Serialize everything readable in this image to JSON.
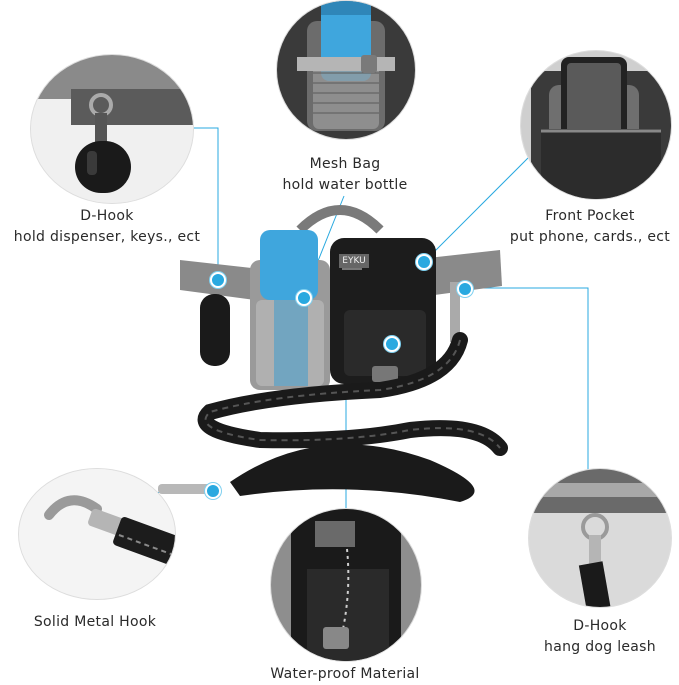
{
  "callouts": {
    "mesh_bag": {
      "line1": "Mesh Bag",
      "line2": "hold water bottle"
    },
    "d_hook_left": {
      "line1": "D-Hook",
      "line2": "hold dispenser, keys., ect"
    },
    "front_pocket": {
      "line1": "Front Pocket",
      "line2": "put phone, cards., ect"
    },
    "solid_metal_hook": {
      "line1": "Solid Metal Hook"
    },
    "water_proof": {
      "line1": "Water-proof Material"
    },
    "d_hook_right": {
      "line1": "D-Hook",
      "line2": "hang dog leash"
    }
  },
  "brand": {
    "logo_text": "EYKU"
  },
  "colors": {
    "accent": "#29a9e0",
    "bag": "#1c1c1c",
    "strap": "#8a8a8a",
    "bottle": "#3fa6dd"
  }
}
